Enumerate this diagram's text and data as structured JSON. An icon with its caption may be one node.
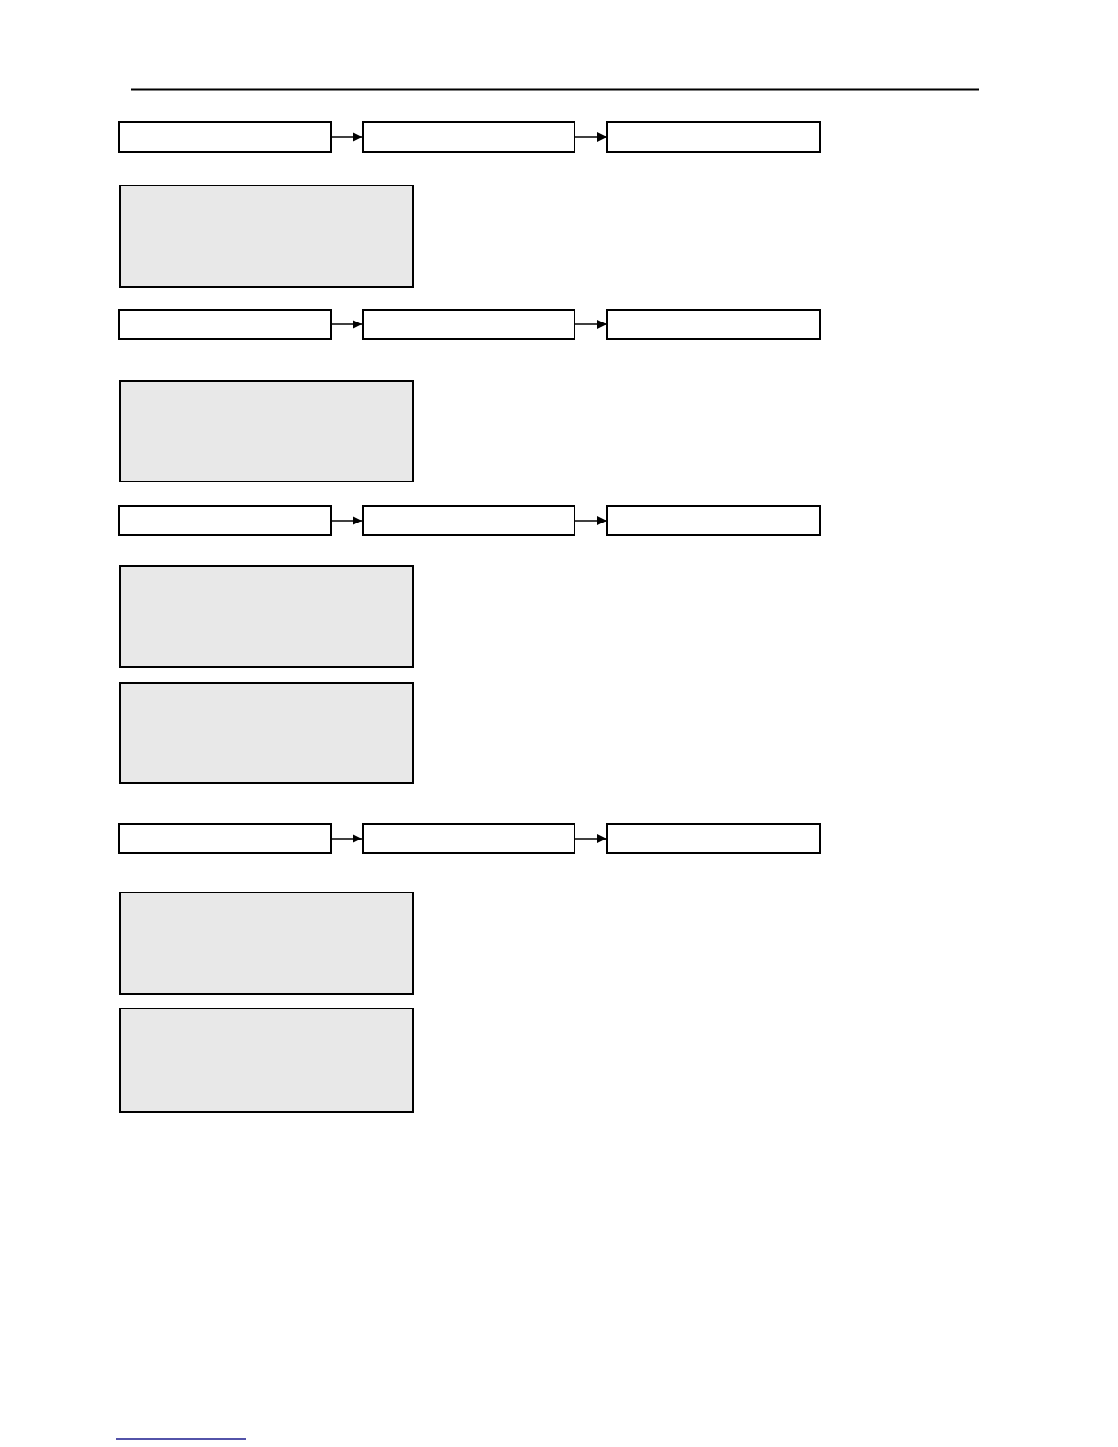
{
  "diagram": {
    "nodes": [
      {
        "text": [],
        "shape": "box"
      },
      {
        "text": [],
        "shape": "box"
      },
      {
        "text": [],
        "shape": "box"
      },
      {
        "text": [],
        "shape": "box"
      },
      {
        "text": [],
        "shape": "box"
      },
      {
        "text": [],
        "shape": "box"
      },
      {
        "text": [],
        "shape": "box"
      },
      {
        "text": [],
        "shape": "box"
      },
      {
        "text": [],
        "shape": "box"
      },
      {
        "text": [],
        "shape": "box"
      },
      {
        "text": [],
        "shape": "box"
      },
      {
        "text": [],
        "shape": "box"
      },
      {
        "text": [],
        "shape": "box"
      },
      {
        "text": [],
        "shape": "box"
      },
      {
        "text": [],
        "shape": "box"
      },
      {
        "text": [],
        "shape": "box"
      },
      {
        "text": [],
        "shape": "box"
      },
      {
        "text": [],
        "shape": "box"
      }
    ],
    "edges": [
      {
        "from": 0,
        "to": 1,
        "arrow": "to"
      },
      {
        "from": 1,
        "to": 2,
        "arrow": "to"
      },
      {
        "from": 4,
        "to": 5,
        "arrow": "to"
      },
      {
        "from": 5,
        "to": 6,
        "arrow": "to"
      },
      {
        "from": 8,
        "to": 9,
        "arrow": "to"
      },
      {
        "from": 9,
        "to": 10,
        "arrow": "to"
      },
      {
        "from": 13,
        "to": 14,
        "arrow": "to"
      },
      {
        "from": 14,
        "to": 15,
        "arrow": "to"
      }
    ]
  }
}
